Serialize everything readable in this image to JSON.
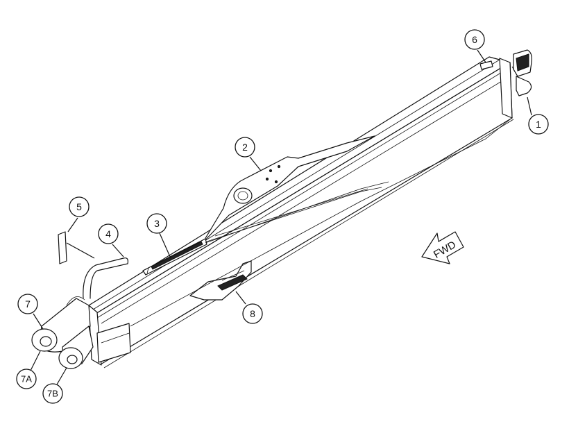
{
  "callouts": [
    {
      "id": "1",
      "label": "1"
    },
    {
      "id": "2",
      "label": "2"
    },
    {
      "id": "3",
      "label": "3"
    },
    {
      "id": "4",
      "label": "4"
    },
    {
      "id": "5",
      "label": "5"
    },
    {
      "id": "6",
      "label": "6"
    },
    {
      "id": "7",
      "label": "7"
    },
    {
      "id": "7a",
      "label": "7A"
    },
    {
      "id": "7b",
      "label": "7B"
    },
    {
      "id": "8",
      "label": "8"
    }
  ],
  "direction_arrow": {
    "label": "FWD"
  }
}
